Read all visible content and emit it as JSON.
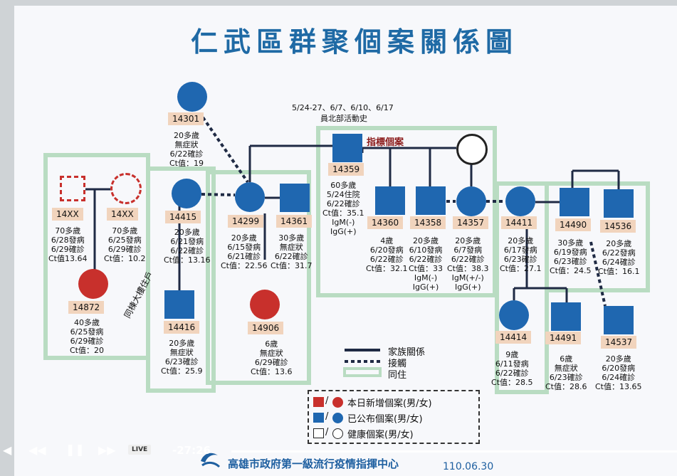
{
  "title": "仁武區群聚個案關係圖",
  "activity": {
    "dates": "5/24-27、6/7、6/10、6/17",
    "label": "員北部活動史"
  },
  "index_case_label": "指標個案",
  "same_building_label": "同棟大樓住戶",
  "cases": {
    "c14301": {
      "id": "14301",
      "lines": [
        "20多歲",
        "無症狀",
        "6/22確診",
        "Ct值：19"
      ]
    },
    "c14XX_m": {
      "id": "14XX",
      "lines": [
        "70多歲",
        "6/28發病",
        "6/29確診",
        "Ct值13.64"
      ]
    },
    "c14XX_f": {
      "id": "14XX",
      "lines": [
        "70多歲",
        "6/25發病",
        "6/29確診",
        "Ct值：10.2"
      ]
    },
    "c14872": {
      "id": "14872",
      "lines": [
        "40多歲",
        "6/25發病",
        "6/29確診",
        "Ct值：20"
      ]
    },
    "c14415": {
      "id": "14415",
      "lines": [
        "20多歲",
        "6/21發病",
        "6/22確診",
        "Ct值：13.16"
      ]
    },
    "c14416": {
      "id": "14416",
      "lines": [
        "20多歲",
        "無症狀",
        "6/23確診",
        "Ct值：25.9"
      ]
    },
    "c14299": {
      "id": "14299",
      "lines": [
        "20多歲",
        "6/15發病",
        "6/21確診",
        "Ct值：22.56"
      ]
    },
    "c14361": {
      "id": "14361",
      "lines": [
        "30多歲",
        "無症狀",
        "6/22確診",
        "Ct值：31.7"
      ]
    },
    "c14906": {
      "id": "14906",
      "lines": [
        "6歲",
        "無症狀",
        "6/29確診",
        "Ct值：13.6"
      ]
    },
    "c14359": {
      "id": "14359",
      "lines": [
        "60多歲",
        "5/24住院",
        "6/22確診",
        "Ct值：35.1",
        "IgM(-)",
        "IgG(+)"
      ]
    },
    "c14360": {
      "id": "14360",
      "lines": [
        "4歲",
        "6/20發病",
        "6/22確診",
        "Ct值：32.1"
      ]
    },
    "c14358": {
      "id": "14358",
      "lines": [
        "20多歲",
        "6/10發病",
        "6/22確診",
        "Ct值：33",
        "IgM(-)",
        "IgG(+)"
      ]
    },
    "c14357": {
      "id": "14357",
      "lines": [
        "20多歲",
        "6/7發病",
        "6/22確診",
        "Ct值：38.3",
        "IgM(+/-)",
        "IgG(+)"
      ]
    },
    "c14411": {
      "id": "14411",
      "lines": [
        "20多歲",
        "6/17發病",
        "6/23確診",
        "Ct值：27.1"
      ]
    },
    "c14490": {
      "id": "14490",
      "lines": [
        "30多歲",
        "6/19發病",
        "6/23確診",
        "Ct值：24.5"
      ]
    },
    "c14536": {
      "id": "14536",
      "lines": [
        "20多歲",
        "6/22發病",
        "6/24確診",
        "Ct值：16.1"
      ]
    },
    "c14414": {
      "id": "14414",
      "lines": [
        "9歲",
        "6/11發病",
        "6/22確診",
        "Ct值：28.5"
      ]
    },
    "c14491": {
      "id": "14491",
      "lines": [
        "6歲",
        "無症狀",
        "6/23確診",
        "Ct值：28.6"
      ]
    },
    "c14537": {
      "id": "14537",
      "lines": [
        "20多歲",
        "6/20發病",
        "6/24確診",
        "Ct值：13.65"
      ]
    }
  },
  "legend_lines": {
    "family": "家族關係",
    "contact": "接觸",
    "cohabit": "同住"
  },
  "legend_symbols": {
    "new": "本日新增個案(男/女)",
    "published": "已公布個案(男/女)",
    "healthy": "健康個案(男/女)",
    "separator": "/"
  },
  "colors": {
    "new_case": "#c8302c",
    "published_case": "#1f67b0",
    "household_box": "#b9dcc2",
    "tag_bg": "#f1d4bd",
    "title": "#1f6aa5"
  },
  "player": {
    "live": "LIVE",
    "time": "-27:26"
  },
  "footer": {
    "org": "高雄市政府第一級流行疫情指揮中心",
    "date": "110.06.30"
  }
}
